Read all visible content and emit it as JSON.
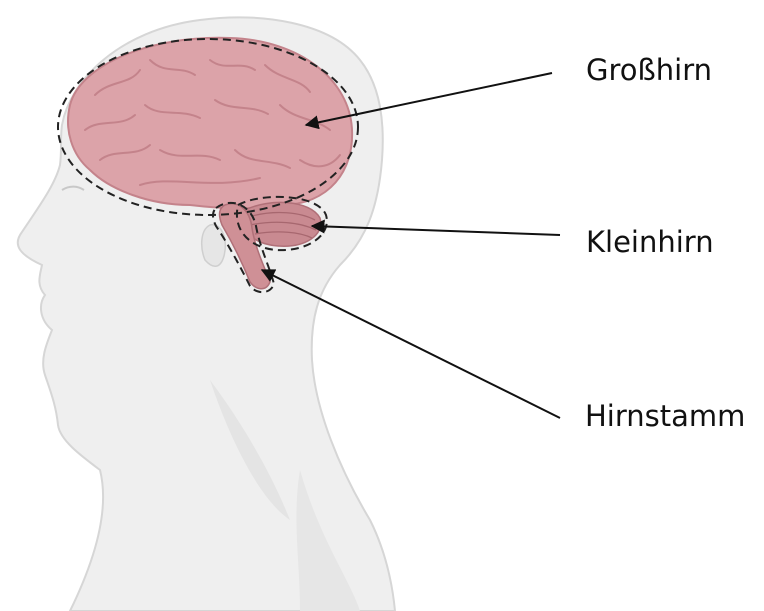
{
  "labels": {
    "cerebrum": "Großhirn",
    "cerebellum": "Kleinhirn",
    "brainstem": "Hirnstamm"
  },
  "colors": {
    "head_fill": "#efefef",
    "head_stroke": "#d6d6d6",
    "brain_fill": "#dca3a9",
    "brain_gyri": "#c4838b",
    "cerebellum_fill": "#c98a91",
    "brainstem_fill": "#cf9096",
    "outline": "#222222",
    "arrow": "#111111"
  }
}
